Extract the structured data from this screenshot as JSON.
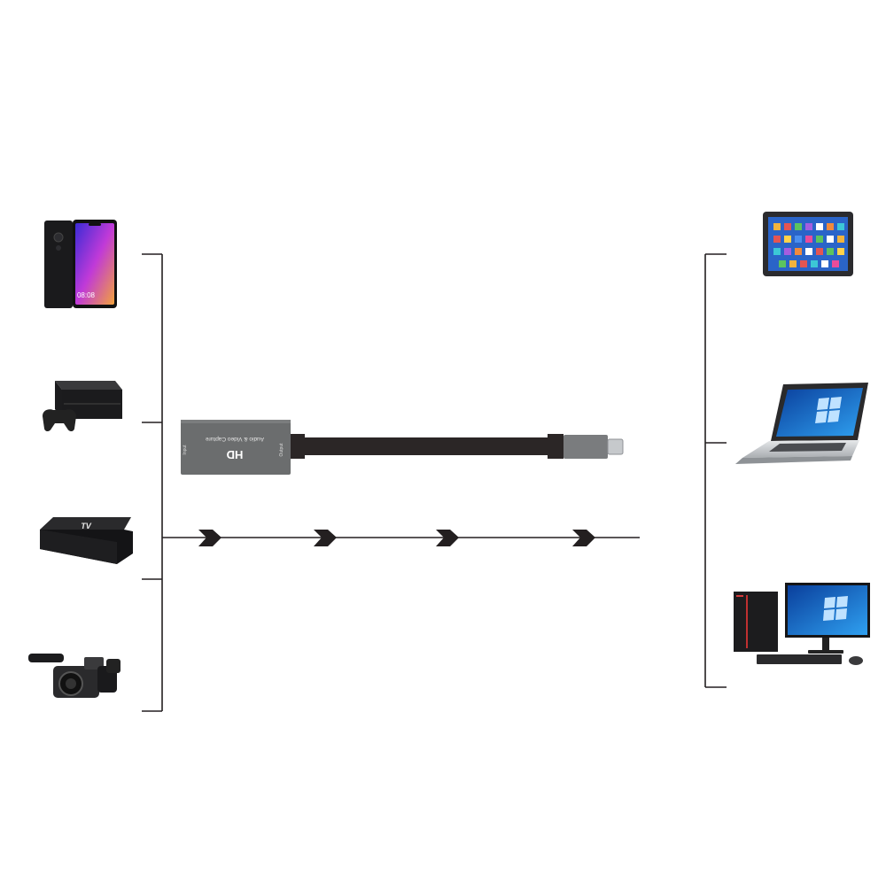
{
  "capture_card": {
    "brand": "HD",
    "product_label": "Audio & Video Capture",
    "input_label": "Input",
    "output_label": "Output"
  },
  "phone": {
    "clock": "08:08"
  },
  "tv_box": {
    "logo": "TV"
  },
  "input_devices": [
    "smartphone",
    "game-console",
    "tv-box",
    "camcorder"
  ],
  "output_devices": [
    "tablet",
    "laptop",
    "desktop-pc"
  ],
  "colors": {
    "line": "#231f20",
    "device_body": "#6b6d6e",
    "cable": "#2b2626",
    "screen_blue": "#1f6fd6"
  }
}
